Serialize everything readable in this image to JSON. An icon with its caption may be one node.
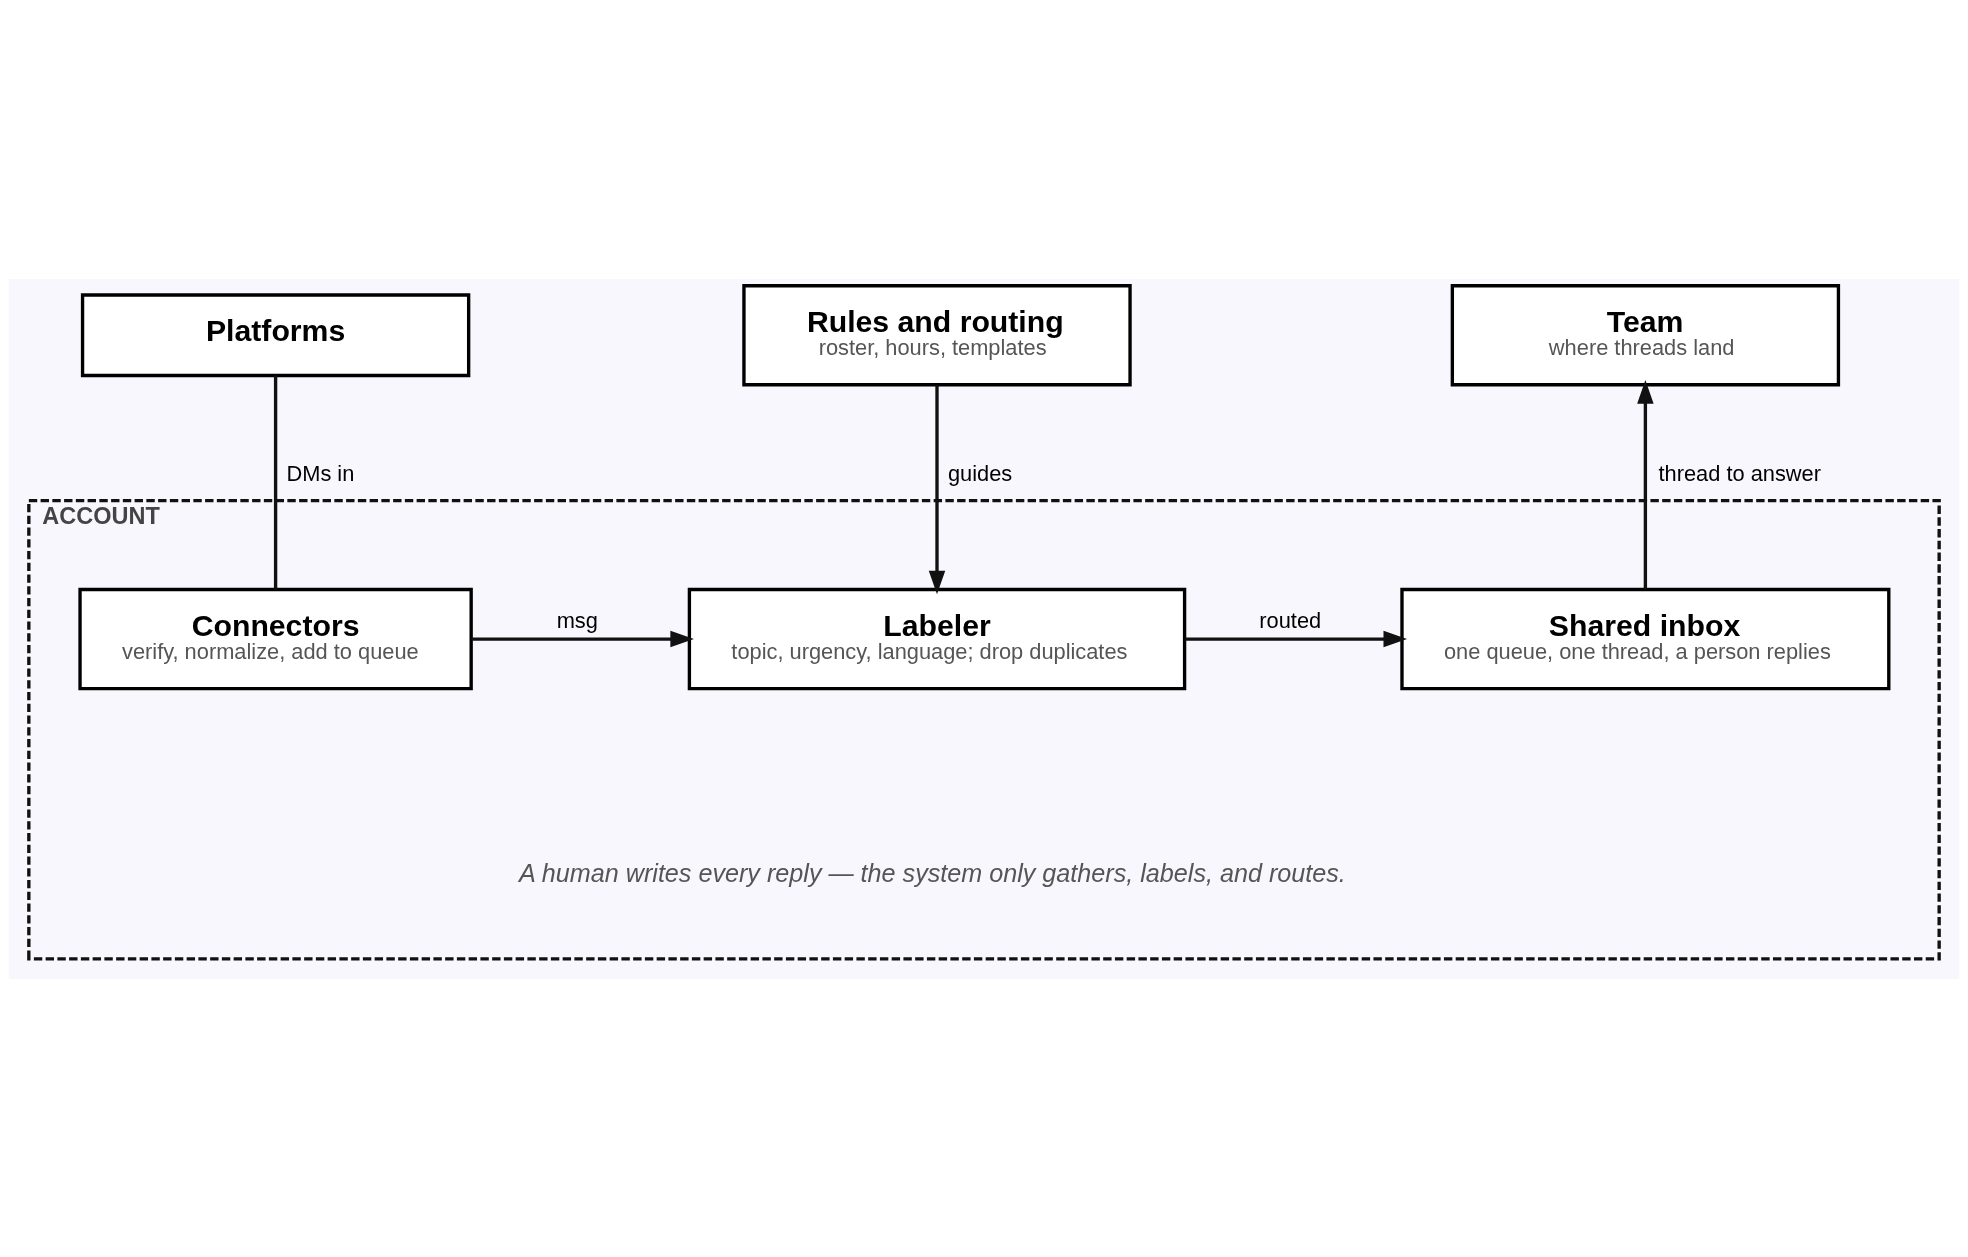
{
  "diagram": {
    "nodes": [
      {
        "text": [
          "Platforms"
        ]
      },
      {
        "text": [
          "Rules and routing",
          "roster, hours, templates"
        ]
      },
      {
        "text": [
          "Team",
          "where threads land"
        ]
      },
      {
        "text": [
          "ACCOUNT"
        ]
      },
      {
        "text": [
          "Connectors",
          "verify, normalize, add to queue"
        ],
        "in": 3
      },
      {
        "text": [
          "Labeler",
          "topic, urgency, language; drop duplicates"
        ],
        "in": 3
      },
      {
        "text": [
          "Shared inbox",
          "one queue, one thread, a person replies"
        ],
        "in": 3
      }
    ],
    "edges": [
      {
        "from": 0,
        "to": 4,
        "arrow": "none",
        "label": "DMs in"
      },
      {
        "from": 1,
        "to": 5,
        "arrow": "to",
        "label": "guides"
      },
      {
        "from": 6,
        "to": 2,
        "arrow": "to",
        "label": "thread to answer"
      },
      {
        "from": 4,
        "to": 5,
        "arrow": "to",
        "label": "msg"
      },
      {
        "from": 5,
        "to": 6,
        "arrow": "to",
        "label": "routed"
      }
    ],
    "labels": [
      "A human writes every reply — the system only gathers, labels, and routes."
    ]
  }
}
